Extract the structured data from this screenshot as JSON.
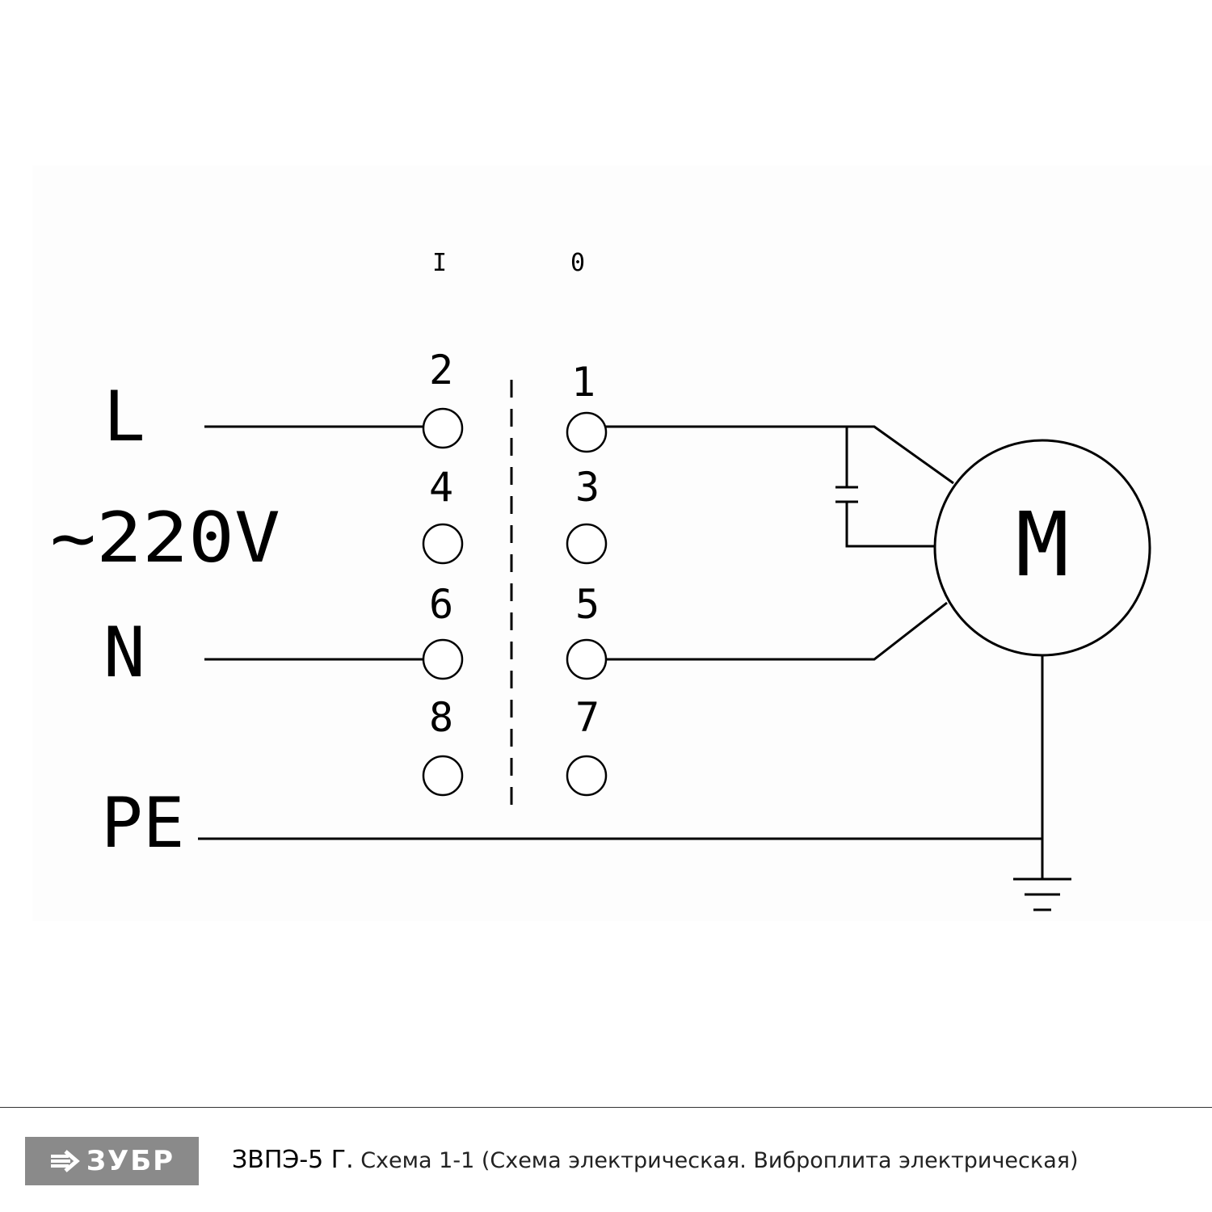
{
  "diagram": {
    "supply": {
      "line_label": "L",
      "voltage_label": "~220V",
      "neutral_label": "N",
      "earth_label": "PE"
    },
    "switch": {
      "position_on_label": "I",
      "position_off_label": "0",
      "terminals_on_side": [
        "2",
        "4",
        "6",
        "8"
      ],
      "terminals_off_side": [
        "1",
        "3",
        "5",
        "7"
      ]
    },
    "motor_label": "M"
  },
  "footer": {
    "brand": "ЗУБР",
    "brand_icon": "arrow-right-icon",
    "model": "ЗВПЭ-5 Г.",
    "caption": "Схема 1-1 (Схема электрическая. Виброплита электрическая)",
    "logo_color": "#8a8a8a"
  }
}
